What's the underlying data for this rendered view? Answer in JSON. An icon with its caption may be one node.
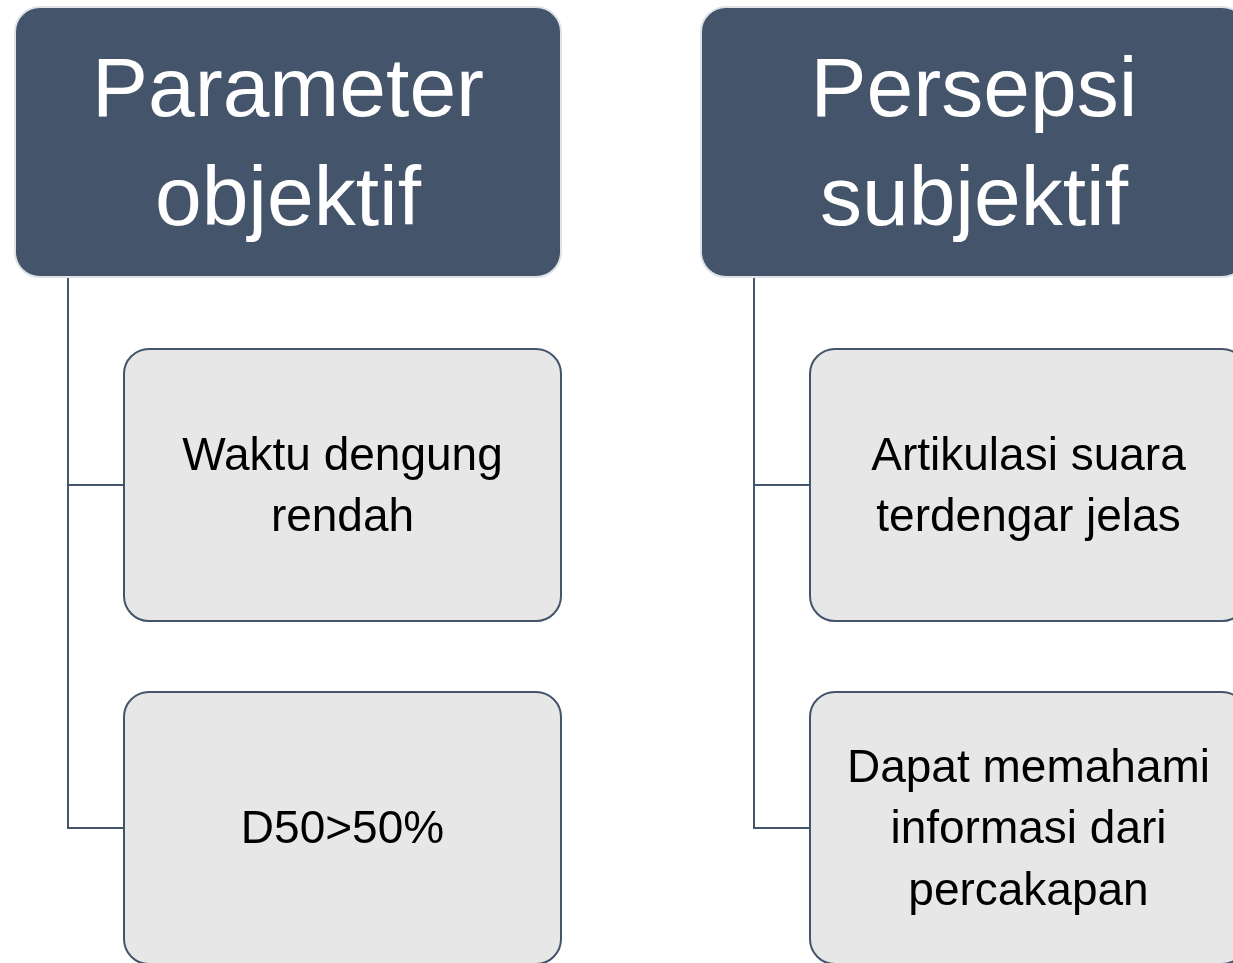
{
  "diagram": {
    "nodes": [
      {
        "text": [
          "Parameter objektif"
        ]
      },
      {
        "text": [
          "Waktu dengung rendah"
        ]
      },
      {
        "text": [
          "D50>50%"
        ]
      },
      {
        "text": [
          "Persepsi subjektif"
        ]
      },
      {
        "text": [
          "Artikulasi suara terdengar jelas"
        ]
      },
      {
        "text": [
          "Dapat memahami informasi dari percakapan"
        ]
      }
    ],
    "edges": [
      {
        "from": 0,
        "to": 1,
        "arrow": "none"
      },
      {
        "from": 0,
        "to": 2,
        "arrow": "none"
      },
      {
        "from": 3,
        "to": 4,
        "arrow": "none"
      },
      {
        "from": 3,
        "to": 5,
        "arrow": "none"
      }
    ]
  }
}
